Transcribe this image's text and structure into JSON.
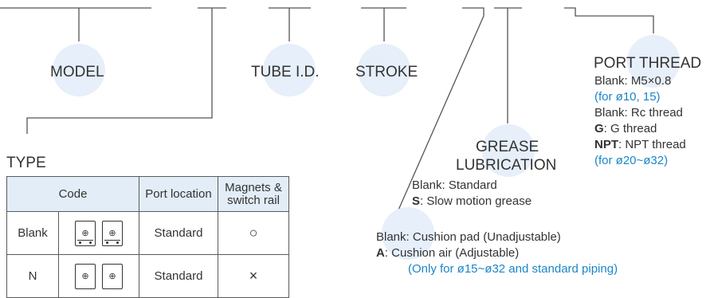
{
  "labels": {
    "model": "MODEL",
    "tube_id": "TUBE I.D.",
    "stroke": "STROKE",
    "port_thread": "PORT THREAD",
    "type": "TYPE",
    "grease_line1": "GREASE",
    "grease_line2": "LUBRICATION"
  },
  "port_thread_notes": {
    "blank_m5_prefix": "Blank: ",
    "blank_m5_value": "M5×0.8",
    "for_m5": "(for ø10, 15)",
    "blank_rc": "Blank: Rc thread",
    "g_key": "G",
    "g_value": ": G thread",
    "npt_key": "NPT",
    "npt_value": ": NPT thread",
    "for_npt": "(for ø20~ø32)"
  },
  "grease_notes": {
    "blank": "Blank: Standard",
    "s_key": "S",
    "s_value": ": Slow motion grease"
  },
  "cushion_notes": {
    "blank": "Blank: Cushion pad (Unadjustable)",
    "a_key": "A",
    "a_value": ": Cushion air (Adjustable)",
    "only_for": "(Only for ø15~ø32 and standard piping)"
  },
  "type_table": {
    "headers": [
      "Code",
      "Port location",
      "Magnets & switch rail"
    ],
    "header_magnets_line1": "Magnets &",
    "header_magnets_line2": "switch rail",
    "rows": [
      {
        "code": "Blank",
        "port_location": "Standard",
        "magnets": "○"
      },
      {
        "code": "N",
        "port_location": "Standard",
        "magnets": "×"
      }
    ],
    "port_symbol": "⊕"
  },
  "colors": {
    "circle_fill": "#e6effa",
    "header_fill": "#e2edf8",
    "note_blue": "#1a86c8",
    "line": "#555555",
    "text": "#333333"
  }
}
